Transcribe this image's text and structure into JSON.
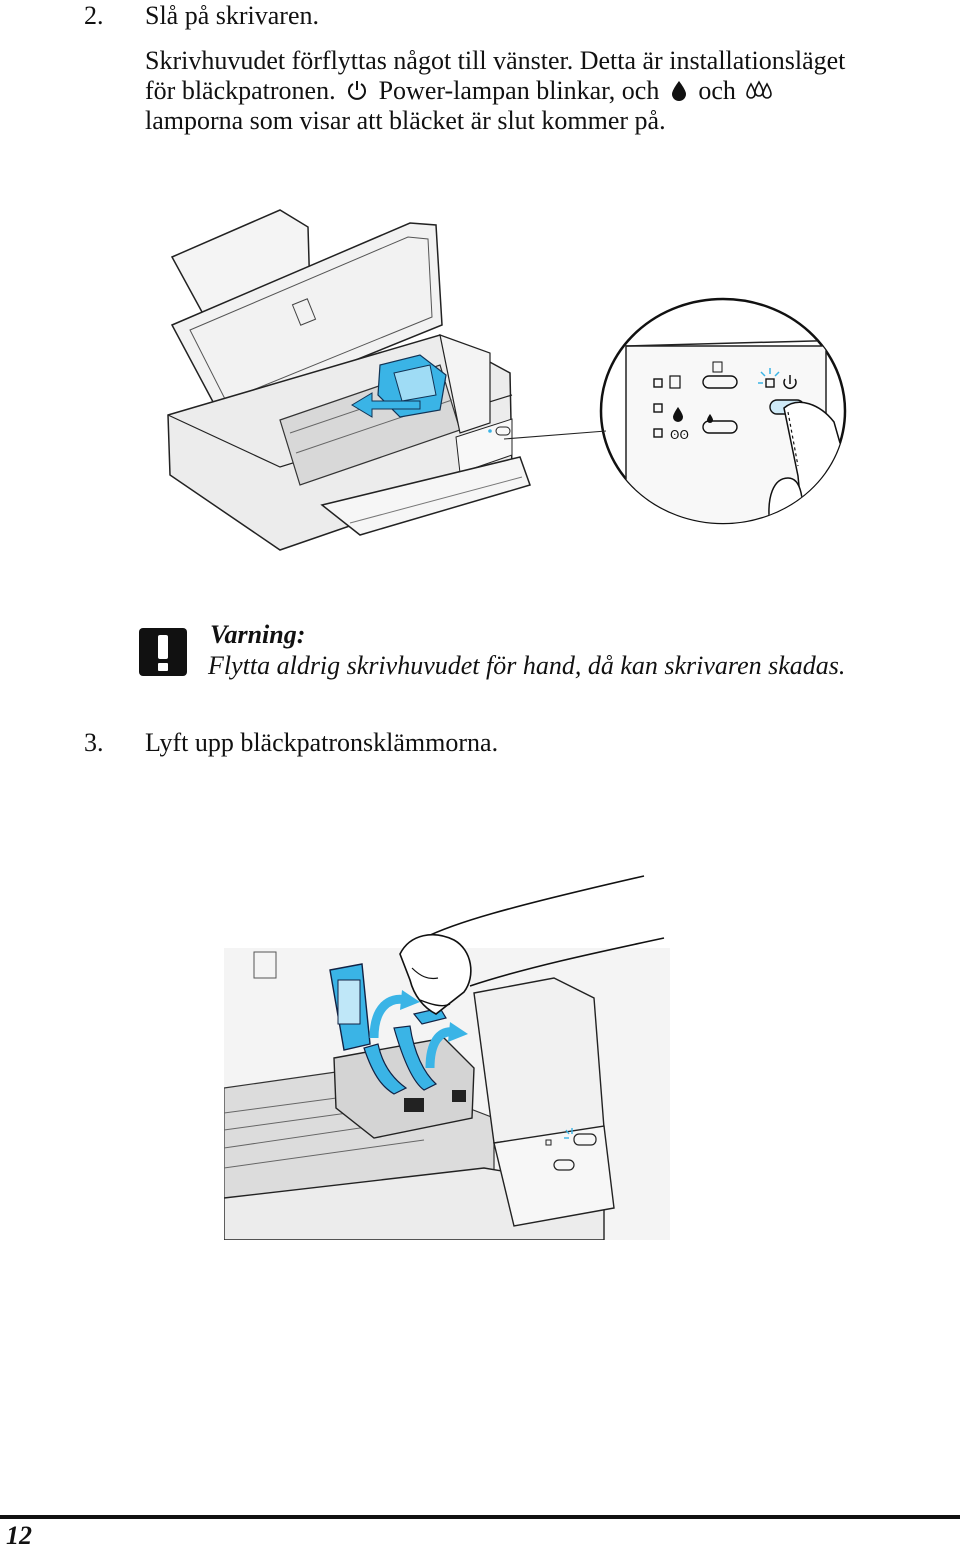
{
  "step2": {
    "number": "2.",
    "title": "Slå på skrivaren.",
    "line1": "Skrivhuvudet förflyttas något till vänster.  Detta är installationsläget",
    "line2_a": "för bläckpatronen.",
    "line2_b": "Power-lampan blinkar, och",
    "line2_c": "och",
    "line3": "lamporna som visar att bläcket är slut kommer på.",
    "icons": [
      "power-icon",
      "black-ink-drop-icon",
      "color-ink-drops-icon"
    ]
  },
  "warning": {
    "title": "Varning:",
    "text": "Flytta aldrig skrivhuvudet  för hand, då kan skrivaren skadas.",
    "icon": "exclamation-warning-icon"
  },
  "step3": {
    "number": "3.",
    "title": "Lyft upp bläckpatronsklämmorna."
  },
  "footer": {
    "page_number": "12"
  },
  "colors": {
    "accent_blue": "#3ab4e6",
    "line": "#222222",
    "body_gray": "#ececec"
  }
}
